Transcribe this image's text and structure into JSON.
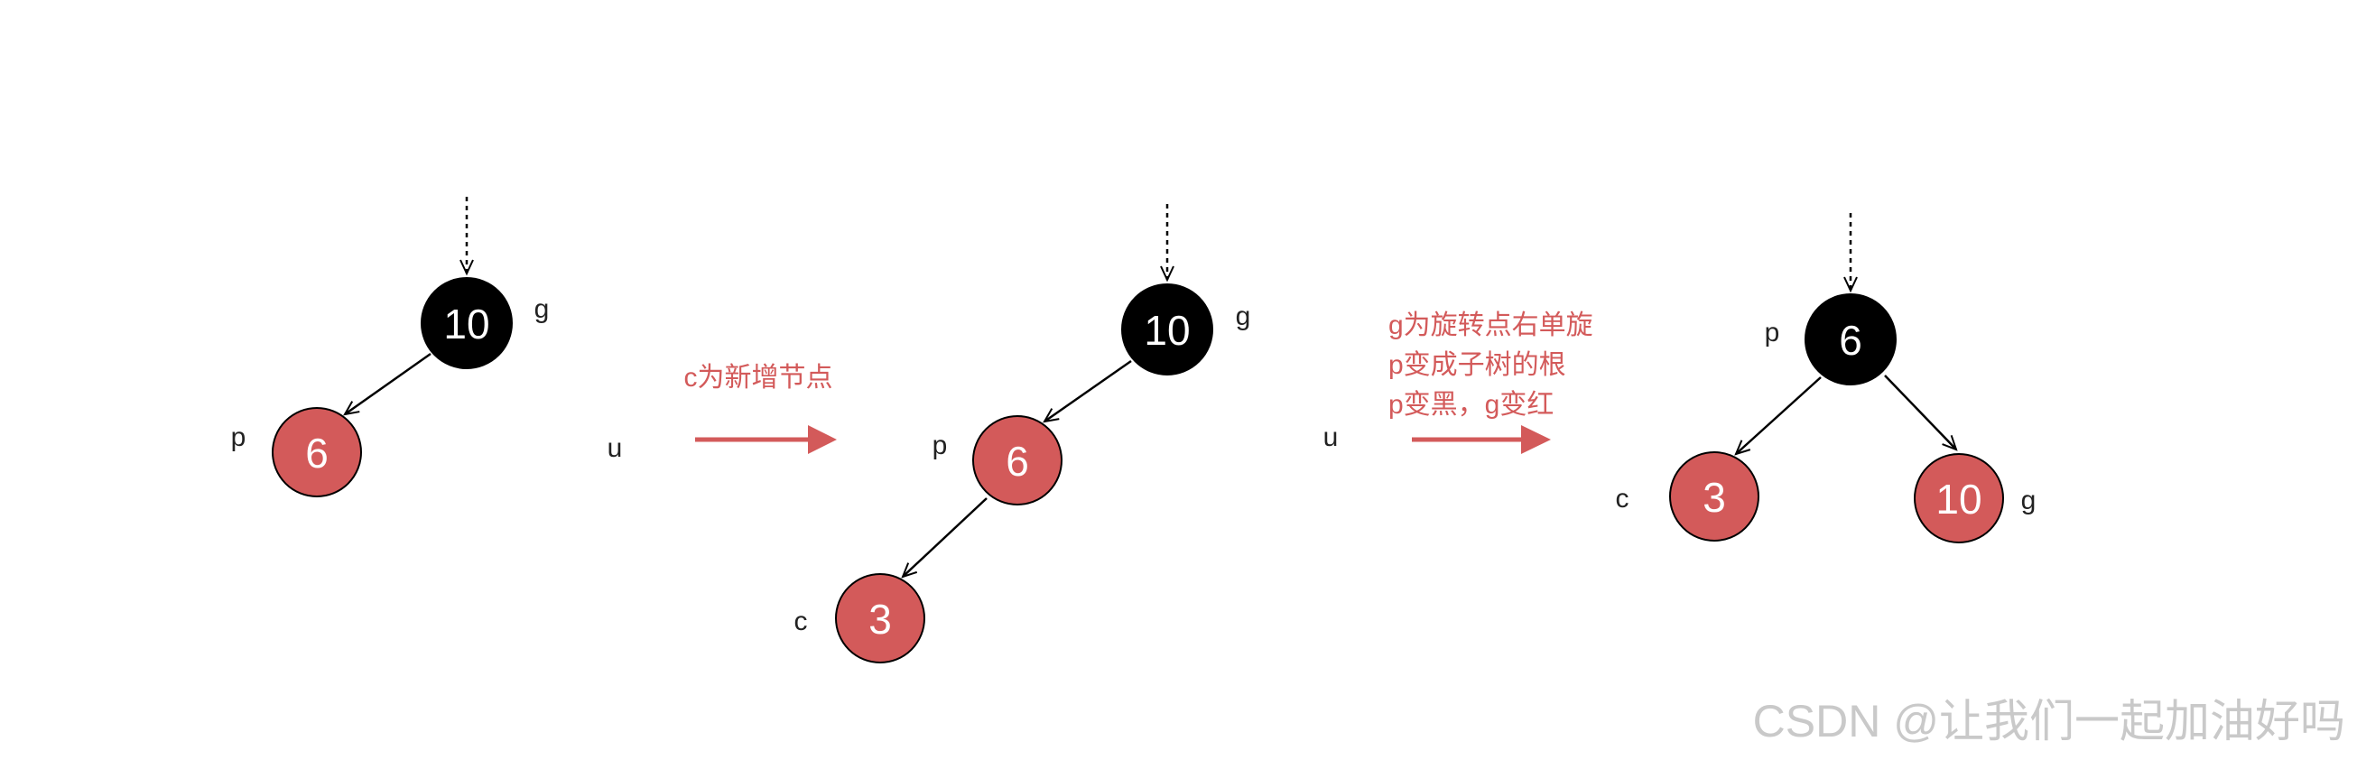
{
  "colors": {
    "red_node": "#d35a5a",
    "black_node": "#000000",
    "accent": "#d35a5a",
    "line": "#000000",
    "watermark": "#c9c9c9"
  },
  "panel1": {
    "node_g": "10",
    "node_p": "6",
    "label_g": "g",
    "label_p": "p",
    "label_u": "u"
  },
  "step1": {
    "caption": "c为新增节点"
  },
  "panel2": {
    "node_g": "10",
    "node_p": "6",
    "node_c": "3",
    "label_g": "g",
    "label_p": "p",
    "label_c": "c",
    "label_u": "u"
  },
  "step2": {
    "caption_lines": [
      "g为旋转点右单旋",
      "p变成子树的根",
      "p变黑，g变红"
    ]
  },
  "panel3": {
    "node_p": "6",
    "node_c": "3",
    "node_g": "10",
    "label_p": "p",
    "label_c": "c",
    "label_g": "g"
  },
  "watermark": "CSDN @让我们一起加油好吗"
}
